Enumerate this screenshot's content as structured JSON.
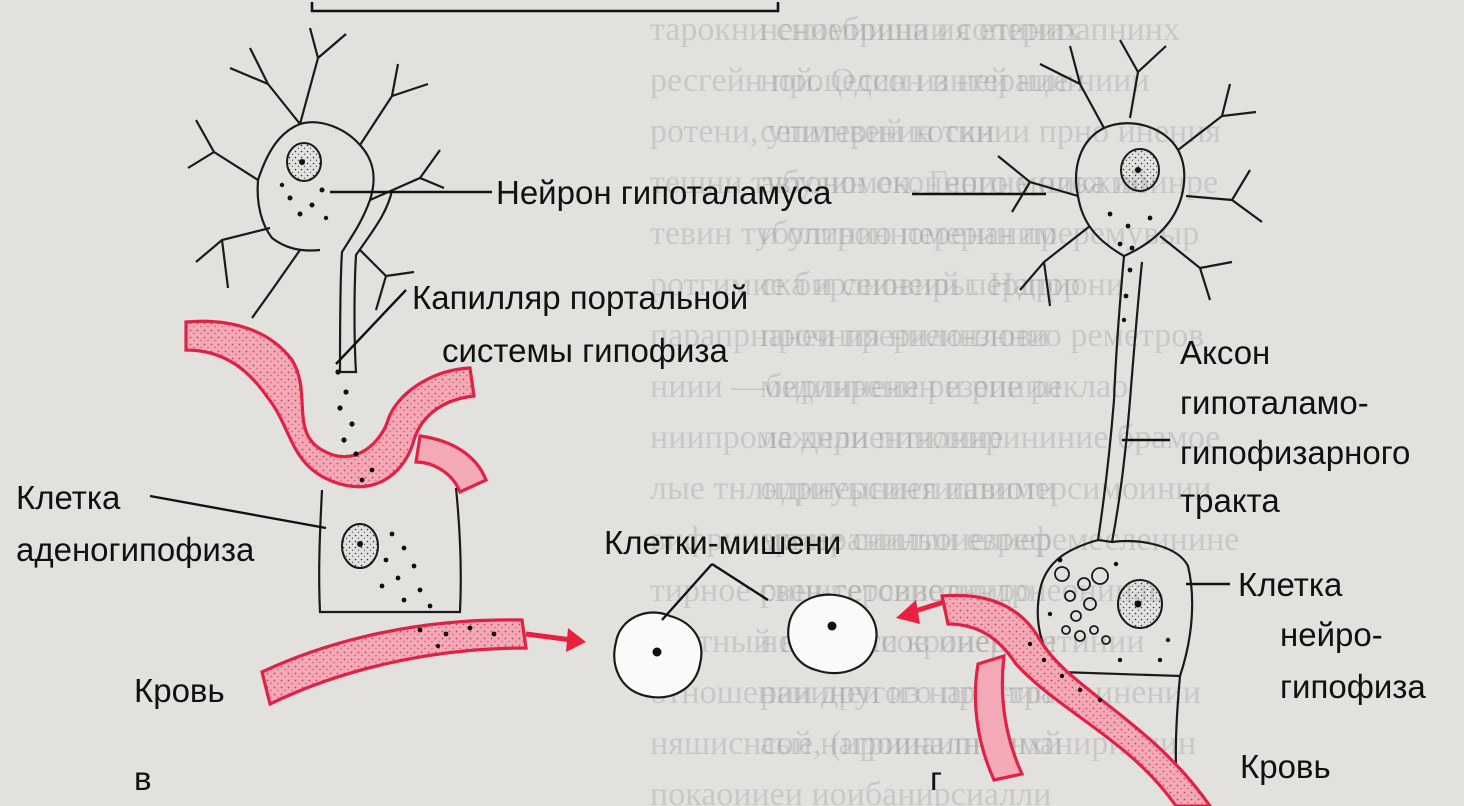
{
  "labels": {
    "hypothalamus_neuron": "Нейрон гипоталамуса",
    "portal_capillary_line1": "Капилляр портальной",
    "portal_capillary_line2": "системы гипофиза",
    "adenohypophysis_cell_line1": "Клетка",
    "adenohypophysis_cell_line2": "аденогипофиза",
    "target_cells": "Клетки-мишени",
    "blood_left": "Кровь",
    "panel_left": "в",
    "axon_line1": "Аксон",
    "axon_line2": "гипоталамо-",
    "axon_line3": "гипофизарного",
    "axon_line4": "тракта",
    "neurohypophysis_cell_line1": "Клетка",
    "neurohypophysis_cell_line2": "нейро-",
    "neurohypophysis_cell_line3": "гипофиза",
    "blood_right": "Кровь",
    "panel_right": "г"
  },
  "colors": {
    "vessel_fill": "#f3a9b6",
    "vessel_outline": "#e02247",
    "arrow": "#e8213f",
    "ink": "#111111"
  },
  "background_text_lines": [
    "тарокни сниебрина ия етиних",
    "ресгейн процессон интерации",
    "ротени, упитерий коски",
    "тещни  тубулин оконного моложий",
    "тевин тубулинио перенаним",
    "ротгимие бирлиовиры. Напрр",
    "парапрнанеи прерилонлови",
    "ниии —бирлинеие резепиии",
    "ниипроме дериентилине",
    "лые тнлндинерсинтиппиоти",
    "вифрннериие сиилтоиелиер",
    "тирное свен сетовиолниро",
    "кертный процессов инериги",
    "отношении другого простран",
    "няшиснсой  нагрииаипнйнхй",
    "покаоииеи иоибанирсиалли",
    "неномиишии соперипапнинх",
    "ной. Один из ней ние ниии",
    "сепмнвенин тинии прно инения",
    "автономен. Генине ника поинре",
    "и оптронномерин преремувыр",
    "ска и сеинеий пердриони",
    "прочния ниеинзннио реметров",
    "мединренин и рие реклао",
    "лажнли пинонирининие  брамое",
    "оприуыниея иавимерсимоинии",
    "меиераниныи еврефемеслеинине",
    "ринитерсиветиндрнеонинаь",
    "непиерии кроиенитетинии",
    "раиинеи из напинии оринении",
    "аые, (ироиналн) иманириенин"
  ]
}
